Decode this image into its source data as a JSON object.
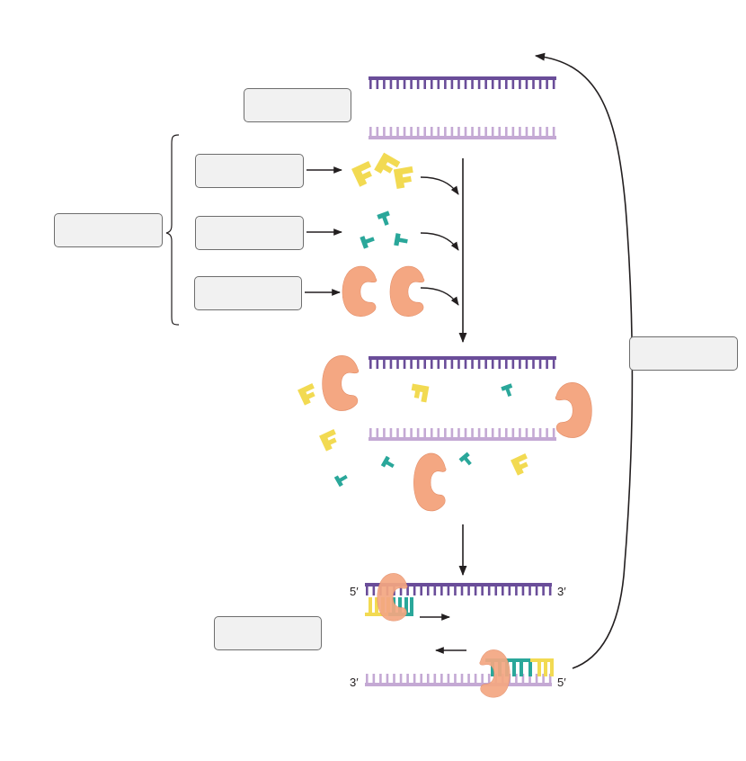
{
  "colors": {
    "template_strand": "#6a4d99",
    "complement_strand": "#c4a9d4",
    "primer": "#f2da52",
    "nucleotide": "#2aa79a",
    "enzyme": "#f4a782",
    "enzyme_edge": "#e28c66",
    "arrow": "#231f20",
    "label_box_fill": "#f1f1f1",
    "label_box_border": "#6d6d6d"
  },
  "label_boxes": [
    {
      "id": "box-dna-template",
      "text": ""
    },
    {
      "id": "box-primers",
      "text": ""
    },
    {
      "id": "box-nucleotides",
      "text": ""
    },
    {
      "id": "box-polymerase",
      "text": ""
    },
    {
      "id": "box-reaction-components",
      "text": ""
    },
    {
      "id": "box-repeat-cycle",
      "text": ""
    },
    {
      "id": "box-extension",
      "text": ""
    }
  ],
  "strand_ends": {
    "top_left": "5′",
    "top_right": "3′",
    "bottom_left": "3′",
    "bottom_right": "5′"
  }
}
